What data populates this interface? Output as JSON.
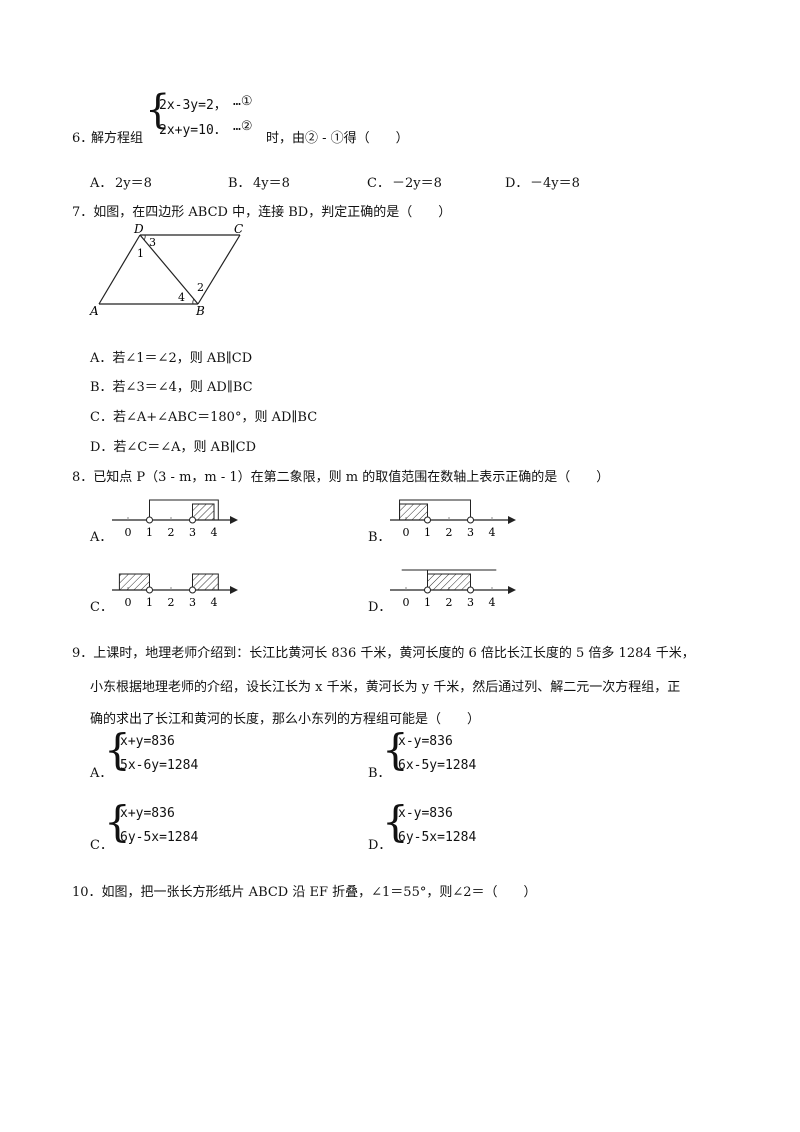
{
  "q6": {
    "number": "6．",
    "prefix": "解方程组",
    "eq1": "2x-3y=2，",
    "eq1_tag": "…①",
    "eq2": "2x+y=10．",
    "eq2_tag": "…②",
    "suffix": "时，由② - ①得（　　）",
    "options": [
      {
        "label": "A．",
        "text": "2y＝8"
      },
      {
        "label": "B．",
        "text": "4y＝8"
      },
      {
        "label": "C．",
        "text": "－2y＝8"
      },
      {
        "label": "D．",
        "text": "－4y＝8"
      }
    ]
  },
  "q7": {
    "stem": "7．如图，在四边形 ABCD 中，连接 BD，判定正确的是（　　）",
    "figure_labels": {
      "A": "A",
      "B": "B",
      "C": "C",
      "D": "D",
      "a1": "1",
      "a2": "2",
      "a3": "3",
      "a4": "4"
    },
    "options": [
      "A．若∠1＝∠2，则 AB∥CD",
      "B．若∠3＝∠4，则 AD∥BC",
      "C．若∠A+∠ABC＝180°，则 AD∥BC",
      "D．若∠C＝∠A，则 AB∥CD"
    ]
  },
  "q8": {
    "stem": "8．已知点 P（3 - m，m - 1）在第二象限，则 m 的取值范围在数轴上表示正确的是（　　）",
    "option_labels": [
      "A．",
      "B．",
      "C．",
      "D．"
    ],
    "tick_labels": [
      "0",
      "1",
      "2",
      "3",
      "4"
    ]
  },
  "q9": {
    "line1": "9．上课时，地理老师介绍到：长江比黄河长 836 千米，黄河长度的 6 倍比长江长度的 5 倍多 1284 千米，",
    "line2": "小东根据地理老师的介绍，设长江长为 x 千米，黄河长为 y 千米，然后通过列、解二元一次方程组，正",
    "line3": "确的求出了长江和黄河的长度，那么小东列的方程组可能是（　　）",
    "options": [
      {
        "label": "A．",
        "eq1": "x+y=836",
        "eq2": "5x-6y=1284"
      },
      {
        "label": "B．",
        "eq1": "x-y=836",
        "eq2": "6x-5y=1284"
      },
      {
        "label": "C．",
        "eq1": "x+y=836",
        "eq2": "6y-5x=1284"
      },
      {
        "label": "D．",
        "eq1": "x-y=836",
        "eq2": "6y-5x=1284"
      }
    ]
  },
  "q10": {
    "stem": "10．如图，把一张长方形纸片 ABCD 沿 EF 折叠，∠1＝55°，则∠2＝（　　）"
  }
}
